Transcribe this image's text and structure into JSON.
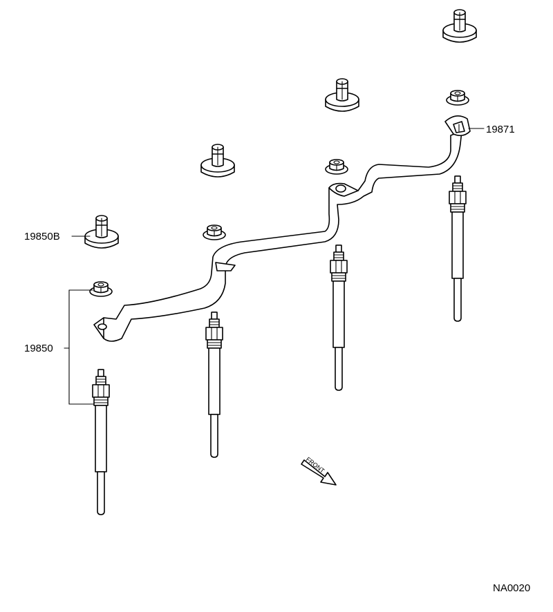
{
  "labels": {
    "glow_plug": "19850",
    "glow_plug_cap": "19850B",
    "bus_bar": "19871",
    "front": "FRONT",
    "figure_code": "NA0020"
  }
}
